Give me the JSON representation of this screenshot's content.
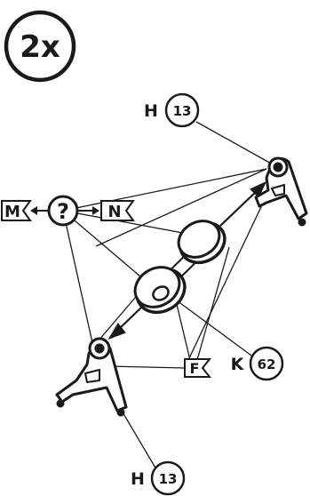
{
  "quantity_badge": {
    "text": "2x"
  },
  "callouts": [
    {
      "id": "h-top",
      "letter": "H",
      "number": "13"
    },
    {
      "id": "k",
      "letter": "K",
      "number": "62"
    },
    {
      "id": "h-bottom",
      "letter": "H",
      "number": "13"
    }
  ],
  "hub": {
    "symbol": "?"
  },
  "flags": [
    {
      "id": "m",
      "label": "M"
    },
    {
      "id": "n",
      "label": "N"
    },
    {
      "id": "f",
      "label": "F"
    }
  ],
  "ink_color": "#1a1a1a"
}
